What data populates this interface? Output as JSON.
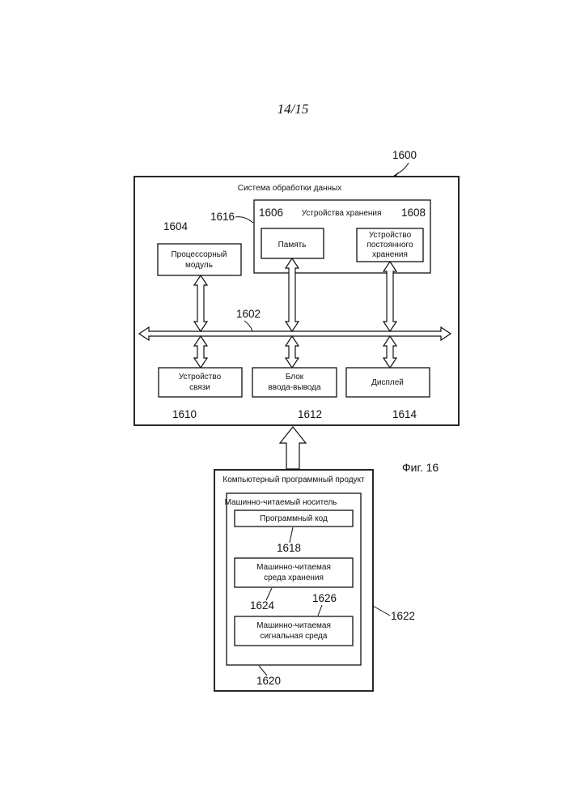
{
  "page_number": "14/15",
  "figure_label": "Фиг. 16",
  "system": {
    "ref": "1600",
    "title": "Система обработки данных",
    "bus_ref": "1602",
    "processor": {
      "ref": "1604",
      "line1": "Процессорный",
      "line2": "модуль"
    },
    "storage": {
      "ref": "1616",
      "title": "Устройства хранения",
      "memory": {
        "ref": "1606",
        "label": "Память"
      },
      "persistent": {
        "ref": "1608",
        "line1": "Устройство",
        "line2": "постоянного",
        "line3": "хранения"
      }
    },
    "comm": {
      "ref": "1610",
      "line1": "Устройство",
      "line2": "связи"
    },
    "io": {
      "ref": "1612",
      "line1": "Блок",
      "line2": "ввода-вывода"
    },
    "display": {
      "ref": "1614",
      "label": "Дисплей"
    }
  },
  "product": {
    "ref": "1622",
    "title": "Компьютерный программный продукт",
    "media": {
      "ref": "1620",
      "title": "Машинно-читаемый носитель",
      "program_code": {
        "ref": "1618",
        "label": "Программный код"
      },
      "storage_medium": {
        "ref": "1624",
        "line1": "Машинно-читаемая",
        "line2": "среда хранения"
      },
      "signal_medium": {
        "ref": "1626",
        "line1": "Машинно-читаемая",
        "line2": "сигнальная среда"
      }
    }
  }
}
